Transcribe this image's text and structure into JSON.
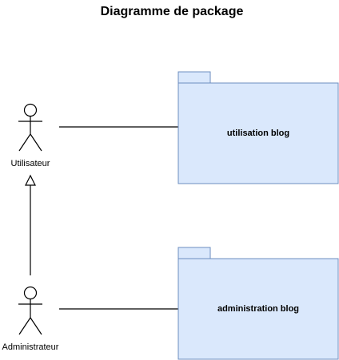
{
  "title": "Diagramme de package",
  "actors": [
    {
      "id": "utilisateur",
      "label": "Utilisateur",
      "icon": "stick-figure-icon"
    },
    {
      "id": "administrateur",
      "label": "Administrateur",
      "icon": "stick-figure-icon"
    }
  ],
  "packages": [
    {
      "id": "utilisation",
      "label": "utilisation blog"
    },
    {
      "id": "administration",
      "label": "administration blog"
    }
  ],
  "relations": [
    {
      "type": "association",
      "from": "Utilisateur",
      "to": "utilisation blog"
    },
    {
      "type": "association",
      "from": "Administrateur",
      "to": "administration blog"
    },
    {
      "type": "generalization",
      "from": "Administrateur",
      "to": "Utilisateur"
    }
  ],
  "colors": {
    "package_fill": "#dae8fc",
    "package_stroke": "#6c8ebf",
    "line": "#000000"
  }
}
